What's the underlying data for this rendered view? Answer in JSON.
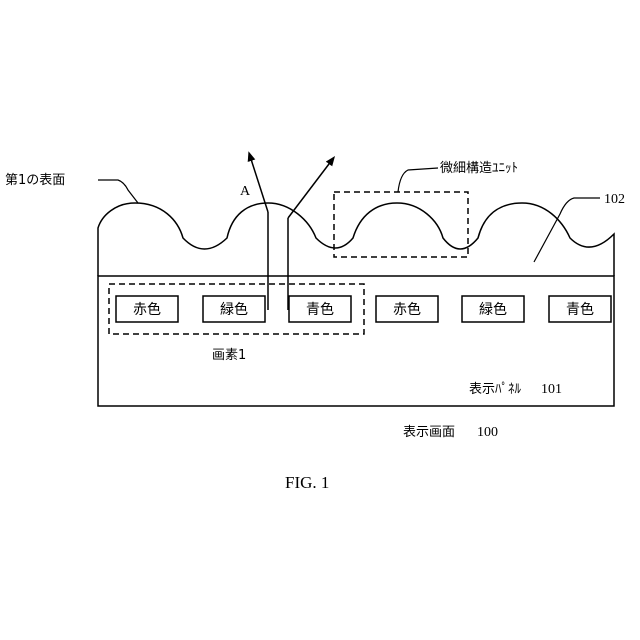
{
  "figure": {
    "caption": "FIG. 1",
    "labels": {
      "first_surface": "第1の表面",
      "microstructure_unit": "微細構造ﾕﾆｯﾄ",
      "ref_102": "102",
      "ray_a": "A",
      "pixel": "画素1",
      "display_panel": "表示ﾊﾟﾈﾙ",
      "display_panel_ref": "101",
      "display_screen": "表示画面",
      "display_screen_ref": "100"
    },
    "subpixels": [
      "赤色",
      "緑色",
      "青色",
      "赤色",
      "緑色",
      "青色"
    ]
  },
  "colors": {
    "line": "#000000",
    "background": "#ffffff"
  }
}
